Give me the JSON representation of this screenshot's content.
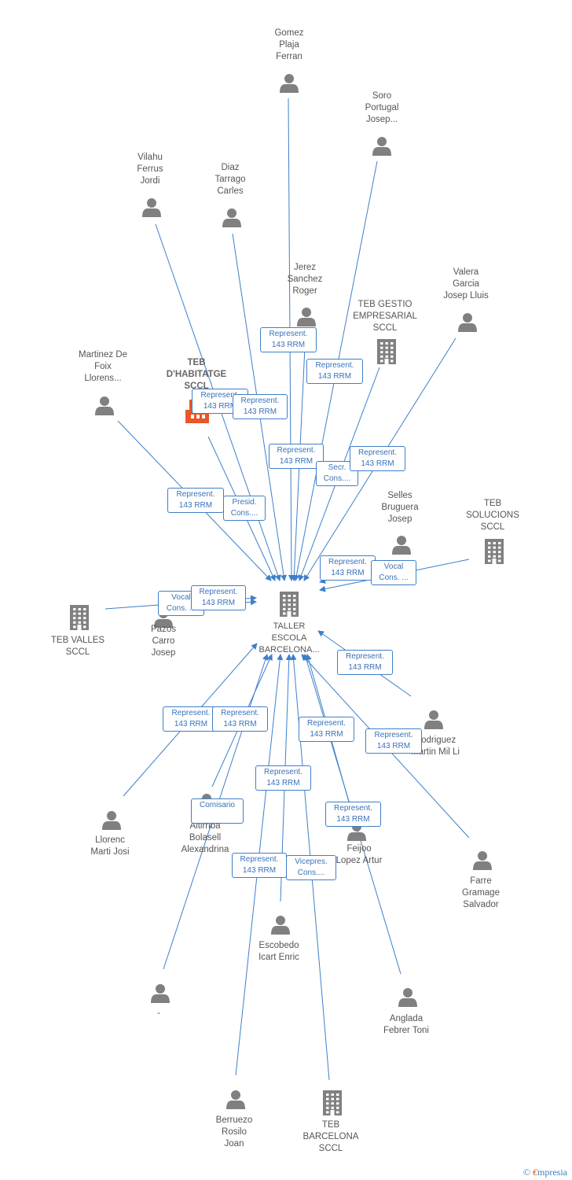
{
  "center": {
    "id": "center",
    "label": "TALLER\nESCOLA\nBARCELONA...",
    "kind": "company",
    "color": "#808080"
  },
  "nodes": [
    {
      "id": "gomez",
      "label": "Gomez\nPlaja\nFerran",
      "kind": "person"
    },
    {
      "id": "soro",
      "label": "Soro\nPortugal\nJosep...",
      "kind": "person"
    },
    {
      "id": "vilahu",
      "label": "Vilahu\nFerrus\nJordi",
      "kind": "person"
    },
    {
      "id": "diaz",
      "label": "Diaz\nTarrago\nCarles",
      "kind": "person"
    },
    {
      "id": "jerez",
      "label": "Jerez\nSanchez\nRoger",
      "kind": "person"
    },
    {
      "id": "tebgestio",
      "label": "TEB GESTIO\nEMPRESARIAL\nSCCL",
      "kind": "company"
    },
    {
      "id": "valera",
      "label": "Valera\nGarcia\nJosep Lluis",
      "kind": "person"
    },
    {
      "id": "martinez",
      "label": "Martinez De\nFoix\nLlorens...",
      "kind": "person"
    },
    {
      "id": "tebhabitatge",
      "label": "TEB\nD'HABITATGE\nSCCL",
      "kind": "company",
      "highlight": true
    },
    {
      "id": "selles",
      "label": "Selles\nBruguera\nJosep",
      "kind": "person"
    },
    {
      "id": "tebsolucions",
      "label": "TEB\nSOLUCIONS\nSCCL",
      "kind": "company"
    },
    {
      "id": "tebvalles",
      "label": "TEB VALLES\nSCCL",
      "kind": "company"
    },
    {
      "id": "pazos",
      "label": "Pazos\nCarro\nJosep",
      "kind": "person"
    },
    {
      "id": "rodriguez",
      "label": "Rodriguez\nMartin Mil Li",
      "kind": "person"
    },
    {
      "id": "llorenc",
      "label": "Llorenc\nMarti Josi",
      "kind": "person"
    },
    {
      "id": "altirriba",
      "label": "Altirriba\nBolasell\nAlexandrina",
      "kind": "person"
    },
    {
      "id": "feijoo",
      "label": "Feijoo\nLopez Artur",
      "kind": "person"
    },
    {
      "id": "farre",
      "label": "Farre\nGramage\nSalvador",
      "kind": "person"
    },
    {
      "id": "escobedo",
      "label": "Escobedo\nIcart Enric",
      "kind": "person"
    },
    {
      "id": "dash",
      "label": "-",
      "kind": "person"
    },
    {
      "id": "anglada",
      "label": "Anglada\nFebrer Toni",
      "kind": "person"
    },
    {
      "id": "berruezo",
      "label": "Berruezo\nRosilo\nJoan",
      "kind": "person"
    },
    {
      "id": "tebbarcelona",
      "label": "TEB\nBARCELONA\nSCCL",
      "kind": "company"
    }
  ],
  "edges": [
    {
      "from": "gomez",
      "label": "Represent.\n143 RRM"
    },
    {
      "from": "soro",
      "label": "Represent.\n143 RRM"
    },
    {
      "from": "vilahu",
      "label": "Represent.\n143 RRM"
    },
    {
      "from": "diaz",
      "label": "Represent.\n143 RRM"
    },
    {
      "from": "jerez",
      "label": "Represent.\n143 RRM"
    },
    {
      "from": "tebgestio",
      "label": "Secr.\nCons...."
    },
    {
      "from": "valera",
      "label": "Represent.\n143 RRM"
    },
    {
      "from": "martinez",
      "label": "Represent.\n143 RRM"
    },
    {
      "from": "tebhabitatge",
      "label": "Presid.\nCons...."
    },
    {
      "from": "selles",
      "label": "Represent.\n143 RRM"
    },
    {
      "from": "tebsolucions",
      "label": "Vocal\nCons. ..."
    },
    {
      "from": "tebvalles",
      "label": "Vocal\nCons. ..."
    },
    {
      "from": "pazos",
      "label": "Represent.\n143 RRM"
    },
    {
      "from": "rodriguez",
      "label": "Represent.\n143 RRM"
    },
    {
      "from": "llorenc",
      "label": "Represent.\n143 RRM"
    },
    {
      "from": "altirriba",
      "label": "Represent.\n143 RRM"
    },
    {
      "from": "feijoo",
      "label": "Represent.\n143 RRM"
    },
    {
      "from": "farre",
      "label": "Represent.\n143 RRM"
    },
    {
      "from": "dash",
      "label": "Comisario"
    },
    {
      "from": "escobedo",
      "label": "Represent.\n143 RRM"
    },
    {
      "from": "anglada",
      "label": "Represent.\n143 RRM"
    },
    {
      "from": "berruezo",
      "label": "Represent.\n143 RRM"
    },
    {
      "from": "tebbarcelona",
      "label": "Vicepres.\nCons...."
    }
  ],
  "colors": {
    "person": "#808080",
    "company": "#808080",
    "highlight": "#e8562a",
    "edge": "#3f7fc9"
  },
  "footer": {
    "copyright": "©",
    "brand_e": "€",
    "brand_rest": "mpresia"
  }
}
